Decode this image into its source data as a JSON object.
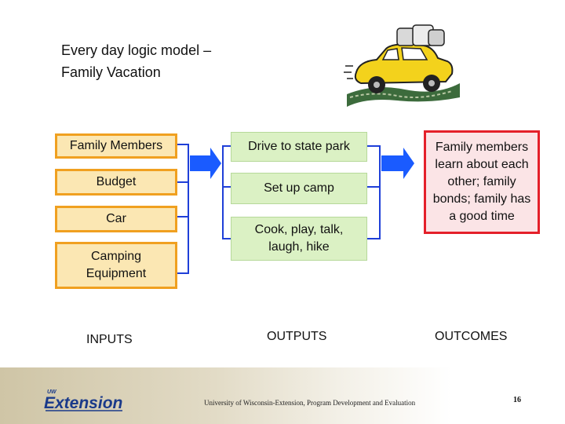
{
  "title": {
    "line1": "Every day logic model –",
    "line2": "Family Vacation"
  },
  "inputs": {
    "items": [
      "Family Members",
      "Budget",
      "Car",
      "Camping Equipment"
    ],
    "label": "INPUTS"
  },
  "outputs": {
    "items": [
      "Drive to state park",
      "Set up camp",
      "Cook, play, talk, laugh, hike"
    ],
    "label": "OUTPUTS"
  },
  "outcomes": {
    "item": "Family members learn about each other; family bonds; family has a good time",
    "label": "OUTCOMES"
  },
  "colors": {
    "input_fill": "#fbe7b3",
    "input_border": "#f0a020",
    "output_fill": "#dbf1c4",
    "outcome_fill": "#fbe4e6",
    "outcome_border": "#e4202a",
    "connector": "#1f3fd8",
    "arrow": "#1a5bff"
  },
  "illustration": "car-with-luggage-icon",
  "footer": {
    "logo_superscript": "UW",
    "logo_text": "Extension",
    "credit": "University of Wisconsin-Extension, Program Development and Evaluation",
    "page_number": "16"
  }
}
